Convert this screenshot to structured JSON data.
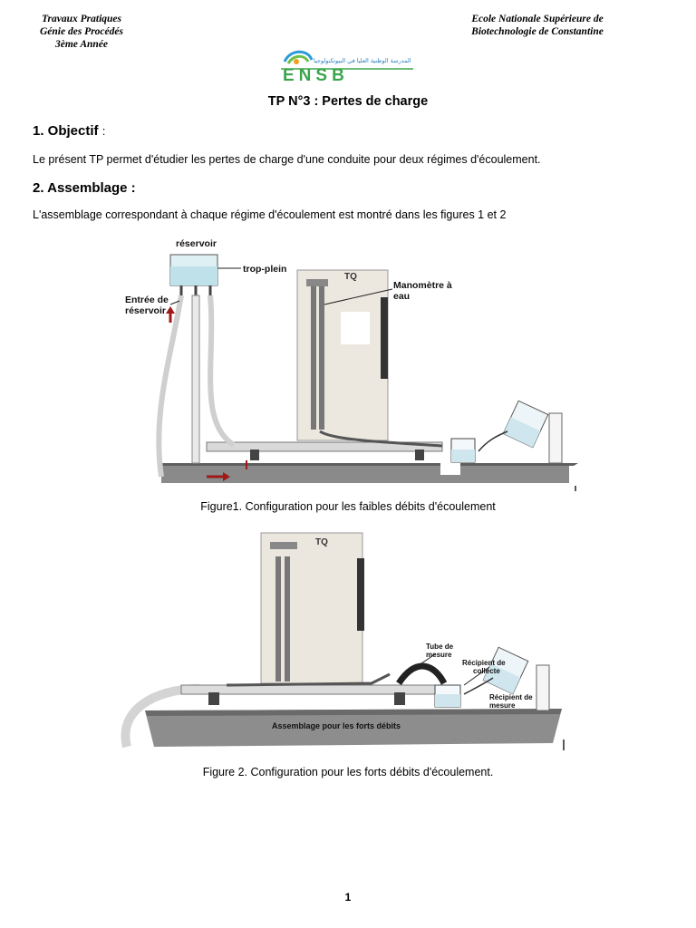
{
  "header": {
    "left_lines": [
      "Travaux Pratiques",
      "Génie des Procédés",
      "3ème Année"
    ],
    "right_lines": [
      "Ecole Nationale Supérieure de",
      "Biotechnologie de Constantine"
    ],
    "logo_text": "ENSB",
    "logo_arabic": "المدرسة الوطنية العليا في البيوتكنولوجيا"
  },
  "title": "TP N°3 : Pertes de charge",
  "section1": {
    "heading": "1. Objectif",
    "colon": ":",
    "text": "Le présent TP permet d'étudier les pertes de charge d'une conduite pour deux régimes d'écoulement."
  },
  "section2": {
    "heading": "2. Assemblage :",
    "text": "L'assemblage correspondant à chaque régime d'écoulement est montré dans les figures 1 et 2"
  },
  "figure1": {
    "labels": {
      "reservoir": "réservoir",
      "trop_plein": "trop-plein",
      "entree_line1": "Entrée de",
      "entree_line2": "réservoir",
      "manometre_line1": "Manomètre à",
      "manometre_line2": "eau"
    },
    "caption": "Figure1. Configuration pour les faibles débits d'écoulement"
  },
  "figure2": {
    "labels": {
      "tube_line1": "Tube de",
      "tube_line2": "mesure",
      "recipient_collecte_line1": "Récipient de",
      "recipient_collecte_line2": "collecte",
      "recipient_mesure_line1": "Récipient de",
      "recipient_mesure_line2": "mesure",
      "base": "Assemblage pour les forts débits"
    },
    "caption": "Figure 2. Configuration pour les forts débits d'écoulement."
  },
  "page_number": "1"
}
